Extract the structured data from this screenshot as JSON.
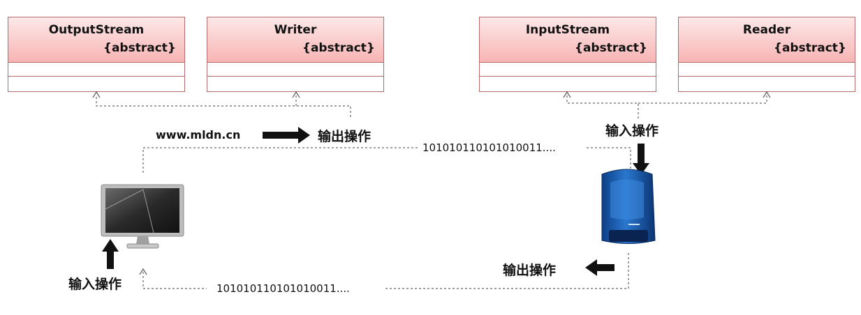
{
  "classes": [
    {
      "name": "OutputStream",
      "stereotype": "{abstract}"
    },
    {
      "name": "Writer",
      "stereotype": "{abstract}"
    },
    {
      "name": "InputStream",
      "stereotype": "{abstract}"
    },
    {
      "name": "Reader",
      "stereotype": "{abstract}"
    }
  ],
  "labels": {
    "url": "www.mldn.cn",
    "output_op": "输出操作",
    "input_op": "输入操作",
    "bits": "101010110101010011...."
  },
  "colors": {
    "class_border": "#b46a6a",
    "class_header_top": "#fde8e8",
    "class_header_bottom": "#f7b4b4",
    "connector": "#666666",
    "arrow": "#111111"
  },
  "icons": [
    "computer-monitor-icon",
    "server-icon"
  ]
}
